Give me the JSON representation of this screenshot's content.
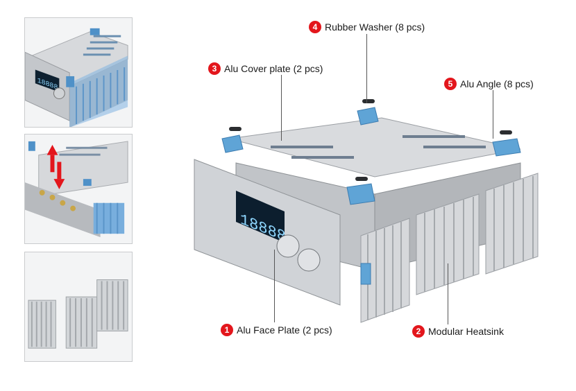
{
  "callouts": [
    {
      "number": "1",
      "label": "Alu Face Plate (2 pcs)"
    },
    {
      "number": "2",
      "label": "Modular Heatsink"
    },
    {
      "number": "3",
      "label": "Alu Cover plate (2 pcs)"
    },
    {
      "number": "4",
      "label": "Rubber Washer (8 pcs)"
    },
    {
      "number": "5",
      "label": "Alu Angle (8 pcs)"
    }
  ],
  "colors": {
    "badge": "#e3161c",
    "aluminium": "#c9ccd0",
    "accent_blue": "#5fa4d6",
    "display": "#8fd7ff"
  },
  "illustration": {
    "display_digits": "18888"
  }
}
